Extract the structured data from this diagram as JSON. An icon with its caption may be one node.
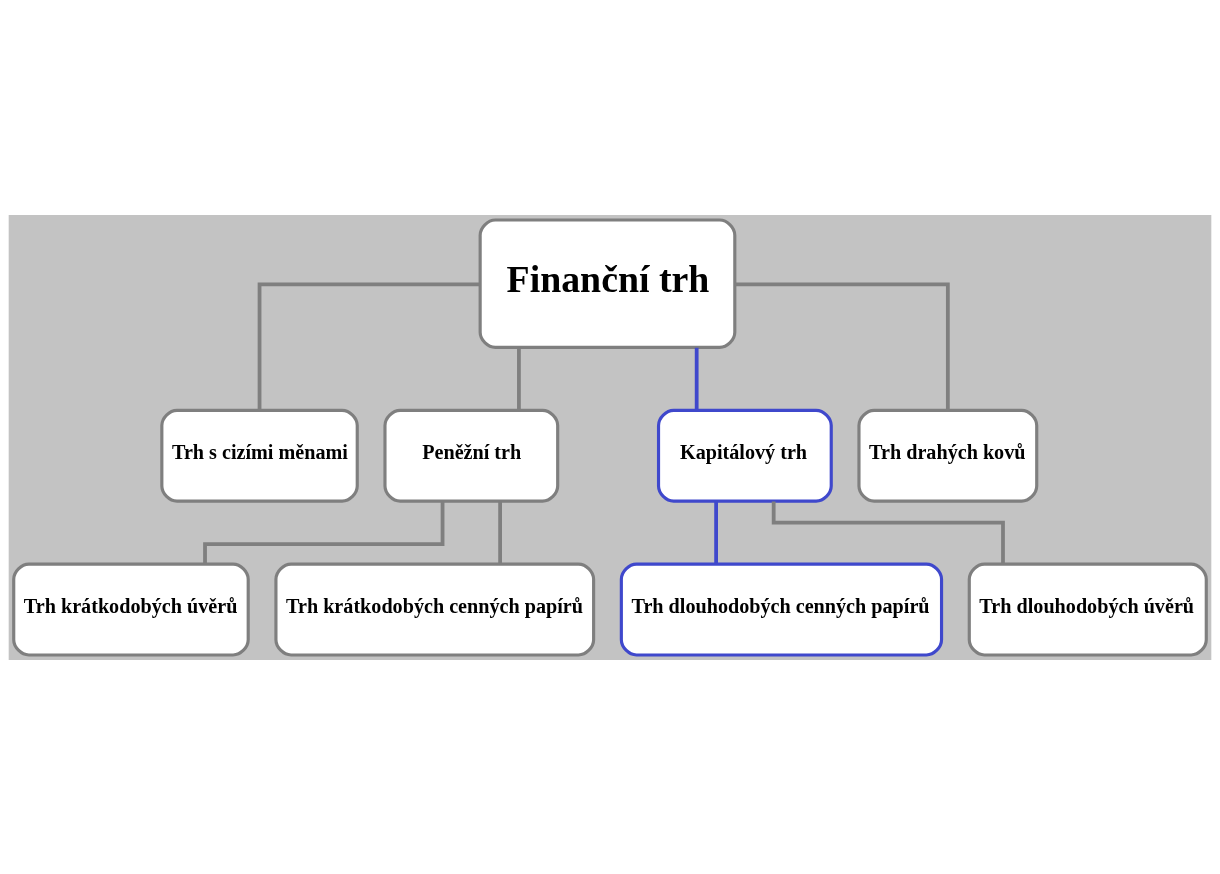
{
  "diagram": {
    "nodes": [
      {
        "text": [
          "Finanční trh"
        ]
      },
      {
        "text": [
          "Trh s cizími měnami"
        ]
      },
      {
        "text": [
          "Peněžní trh"
        ]
      },
      {
        "text": [
          "Kapitálový trh"
        ]
      },
      {
        "text": [
          "Trh drahých kovů"
        ]
      },
      {
        "text": [
          "Trh krátkodobých úvěrů"
        ]
      },
      {
        "text": [
          "Trh krátkodobých cenných papírů"
        ]
      },
      {
        "text": [
          "Trh dlouhodobých cenných papírů"
        ]
      },
      {
        "text": [
          "Trh dlouhodobých úvěrů"
        ]
      }
    ],
    "edges": [
      {
        "from": 0,
        "to": 1,
        "arrow": "none"
      },
      {
        "from": 0,
        "to": 2,
        "arrow": "none"
      },
      {
        "from": 0,
        "to": 3,
        "arrow": "none",
        "color": "#3f48cc"
      },
      {
        "from": 0,
        "to": 4,
        "arrow": "none"
      },
      {
        "from": 2,
        "to": 5,
        "arrow": "none"
      },
      {
        "from": 2,
        "to": 6,
        "arrow": "none"
      },
      {
        "from": 3,
        "to": 7,
        "arrow": "none",
        "color": "#3f48cc"
      },
      {
        "from": 3,
        "to": 8,
        "arrow": "none"
      }
    ]
  }
}
